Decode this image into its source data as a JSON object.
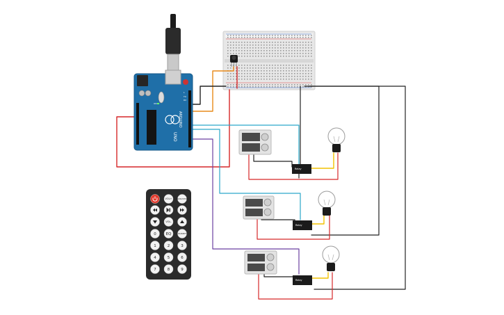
{
  "arduino": {
    "logo_text": "ARDUINO",
    "model_text": "UNO",
    "on_label": "ON",
    "tx_label": "TX",
    "rx_label": "RX",
    "l_label": "L"
  },
  "remote": {
    "buttons": [
      {
        "label": "",
        "kind": "power-icon"
      },
      {
        "label": "VOL+",
        "kind": "text"
      },
      {
        "label": "FUNC/STOP",
        "kind": "text"
      },
      {
        "label": "",
        "kind": "rewind-icon"
      },
      {
        "label": "",
        "kind": "play-pause-icon"
      },
      {
        "label": "",
        "kind": "fast-forward-icon"
      },
      {
        "label": "",
        "kind": "down-arrow-icon"
      },
      {
        "label": "VOL-",
        "kind": "text"
      },
      {
        "label": "",
        "kind": "up-arrow-icon"
      },
      {
        "label": "0",
        "kind": "text"
      },
      {
        "label": "EQ",
        "kind": "text"
      },
      {
        "label": "ST/REPT",
        "kind": "text"
      },
      {
        "label": "1",
        "kind": "text"
      },
      {
        "label": "2",
        "kind": "text"
      },
      {
        "label": "3",
        "kind": "text"
      },
      {
        "label": "4",
        "kind": "text"
      },
      {
        "label": "5",
        "kind": "text"
      },
      {
        "label": "6",
        "kind": "text"
      },
      {
        "label": "7",
        "kind": "text"
      },
      {
        "label": "8",
        "kind": "text"
      },
      {
        "label": "9",
        "kind": "text"
      }
    ]
  },
  "relays": [
    {
      "label": "Relay"
    },
    {
      "label": "Relay"
    },
    {
      "label": "Relay"
    }
  ],
  "colors": {
    "arduino_blue": "#1f6fa8",
    "wire_red": "#d62728",
    "wire_black": "#222222",
    "wire_orange": "#e88a1a",
    "wire_cyan": "#2aa6c9",
    "wire_purple": "#6b3fa0",
    "wire_yellow": "#f2c200",
    "remote_body": "#2b2b2b",
    "power_button": "#e23b2e"
  }
}
